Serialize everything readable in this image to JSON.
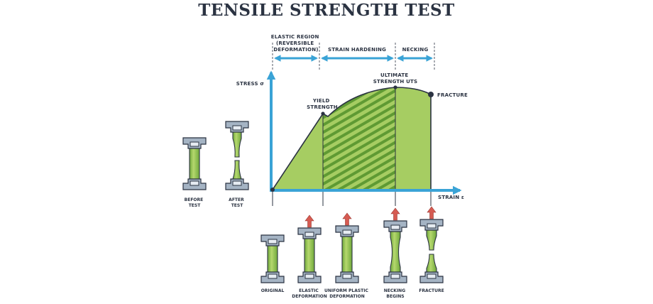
{
  "title": "TENSILE STRENGTH TEST",
  "axes": {
    "y_label": "STRESS σ",
    "x_label": "STRAIN ε"
  },
  "regions": {
    "elastic": [
      "ELASTIC REGION",
      "(REVERSIBLE",
      "DEFORMATION)"
    ],
    "hardening": "STRAIN HARDENING",
    "necking": "NECKING"
  },
  "points": {
    "yield": [
      "YIELD",
      "STRENGTH"
    ],
    "ultimate": [
      "ULTIMATE",
      "STRENGTH UTS"
    ],
    "fracture": "FRACTURE"
  },
  "side_specimens": {
    "before": [
      "BEFORE",
      "TEST"
    ],
    "after": [
      "AFTER",
      "TEST"
    ]
  },
  "stages": [
    [
      "ORIGINAL"
    ],
    [
      "ELASTIC",
      "DEFORMATION"
    ],
    [
      "UNIFORM PLASTIC",
      "DEFORMATION"
    ],
    [
      "NECKING",
      "BEGINS"
    ],
    [
      "FRACTURE"
    ]
  ],
  "colors": {
    "outline": "#2b3342",
    "axis_blue": "#3aa3d6",
    "fill_green": "#a6cd62",
    "stripe_green": "#5f9a33",
    "clamp": "#a5b4c4",
    "arrow_red": "#d65b52"
  }
}
